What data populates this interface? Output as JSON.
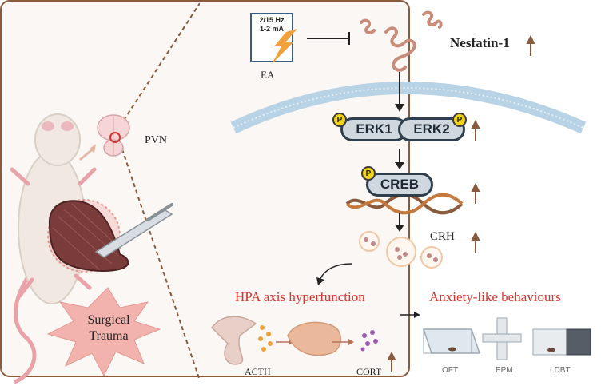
{
  "ea": {
    "freq": "2/15 Hz",
    "current": "1-2 mA",
    "label": "EA"
  },
  "nesfatin": {
    "label": "Nesfatin-1"
  },
  "pathway": {
    "erk1": "ERK1",
    "erk2": "ERK2",
    "creb": "CREB",
    "crh": "CRH",
    "phospho": "P"
  },
  "outcomes": {
    "hpa": "HPA axis hyperfunction",
    "anxiety": "Anxiety-like behaviours"
  },
  "hormones": {
    "acth": "ACTH",
    "cort": "CORT"
  },
  "tests": {
    "oft": "OFT",
    "epm": "EPM",
    "ldbt": "LDBT"
  },
  "left": {
    "pvn": "PVN",
    "surgical": "Surgical",
    "trauma": "Trauma"
  },
  "colors": {
    "accent_red": "#d8342a",
    "border_brown": "#8b5a3c",
    "membrane_blue": "#b9d3e6",
    "up_arrow": "#8b5a3c"
  }
}
